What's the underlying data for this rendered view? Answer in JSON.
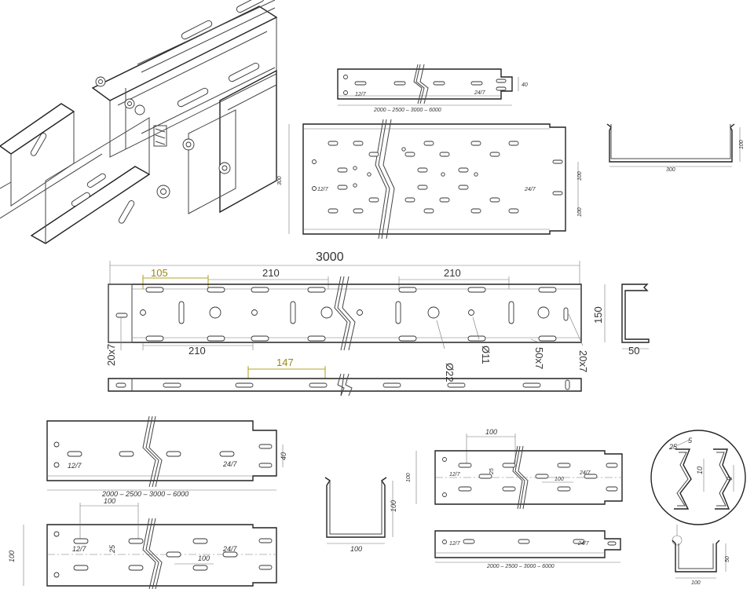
{
  "labels": {
    "top_lengths": "2000 – 2500 – 3000 – 6000",
    "top_slot_left": "12/7",
    "top_slot_right": "24/7",
    "top_40": "40",
    "plan_300": "300",
    "plan_100a": "100",
    "plan_100b": "100",
    "plan_slot_left": "12/7",
    "plan_slot_right": "24/7",
    "section_300": "300",
    "section_100": "100",
    "mid_3000": "3000",
    "mid_105": "105",
    "mid_210a": "210",
    "mid_210b": "210",
    "mid_210c": "210",
    "mid_147": "147",
    "mid_20x7a": "20x7",
    "mid_20x7b": "20x7",
    "mid_50x7": "50x7",
    "mid_d22": "Ø22",
    "mid_d11": "Ø11",
    "mid_150": "150",
    "mid_50": "50",
    "bl_lengths": "2000 – 2500 – 3000 – 6000",
    "bl_slot_left": "12/7",
    "bl_slot_right": "24/7",
    "bl_40": "40",
    "bl2_100": "100",
    "bl2_100b": "100",
    "bl2_25": "25",
    "bl2_slot_left": "12/7",
    "bl2_slot_right": "24/7",
    "bl2_height": "100",
    "bc_100w": "100",
    "bc_100h": "100",
    "br_100": "100",
    "br_100h": "100",
    "br_25": "25",
    "br_100c": "100",
    "br_slot_left": "12/7",
    "br_slot_right": "24/7",
    "br_lengths": "2000 – 2500 – 3000 – 6000",
    "br2_slot_left": "12/7",
    "br2_slot_right": "24/7",
    "circ_25": "25",
    "circ_5": "5",
    "circ_10": "10",
    "circ_9": "9",
    "circ_100": "100",
    "circ_50": "50"
  },
  "colors": {
    "line": "#444444",
    "accent": "#b5a52a"
  }
}
